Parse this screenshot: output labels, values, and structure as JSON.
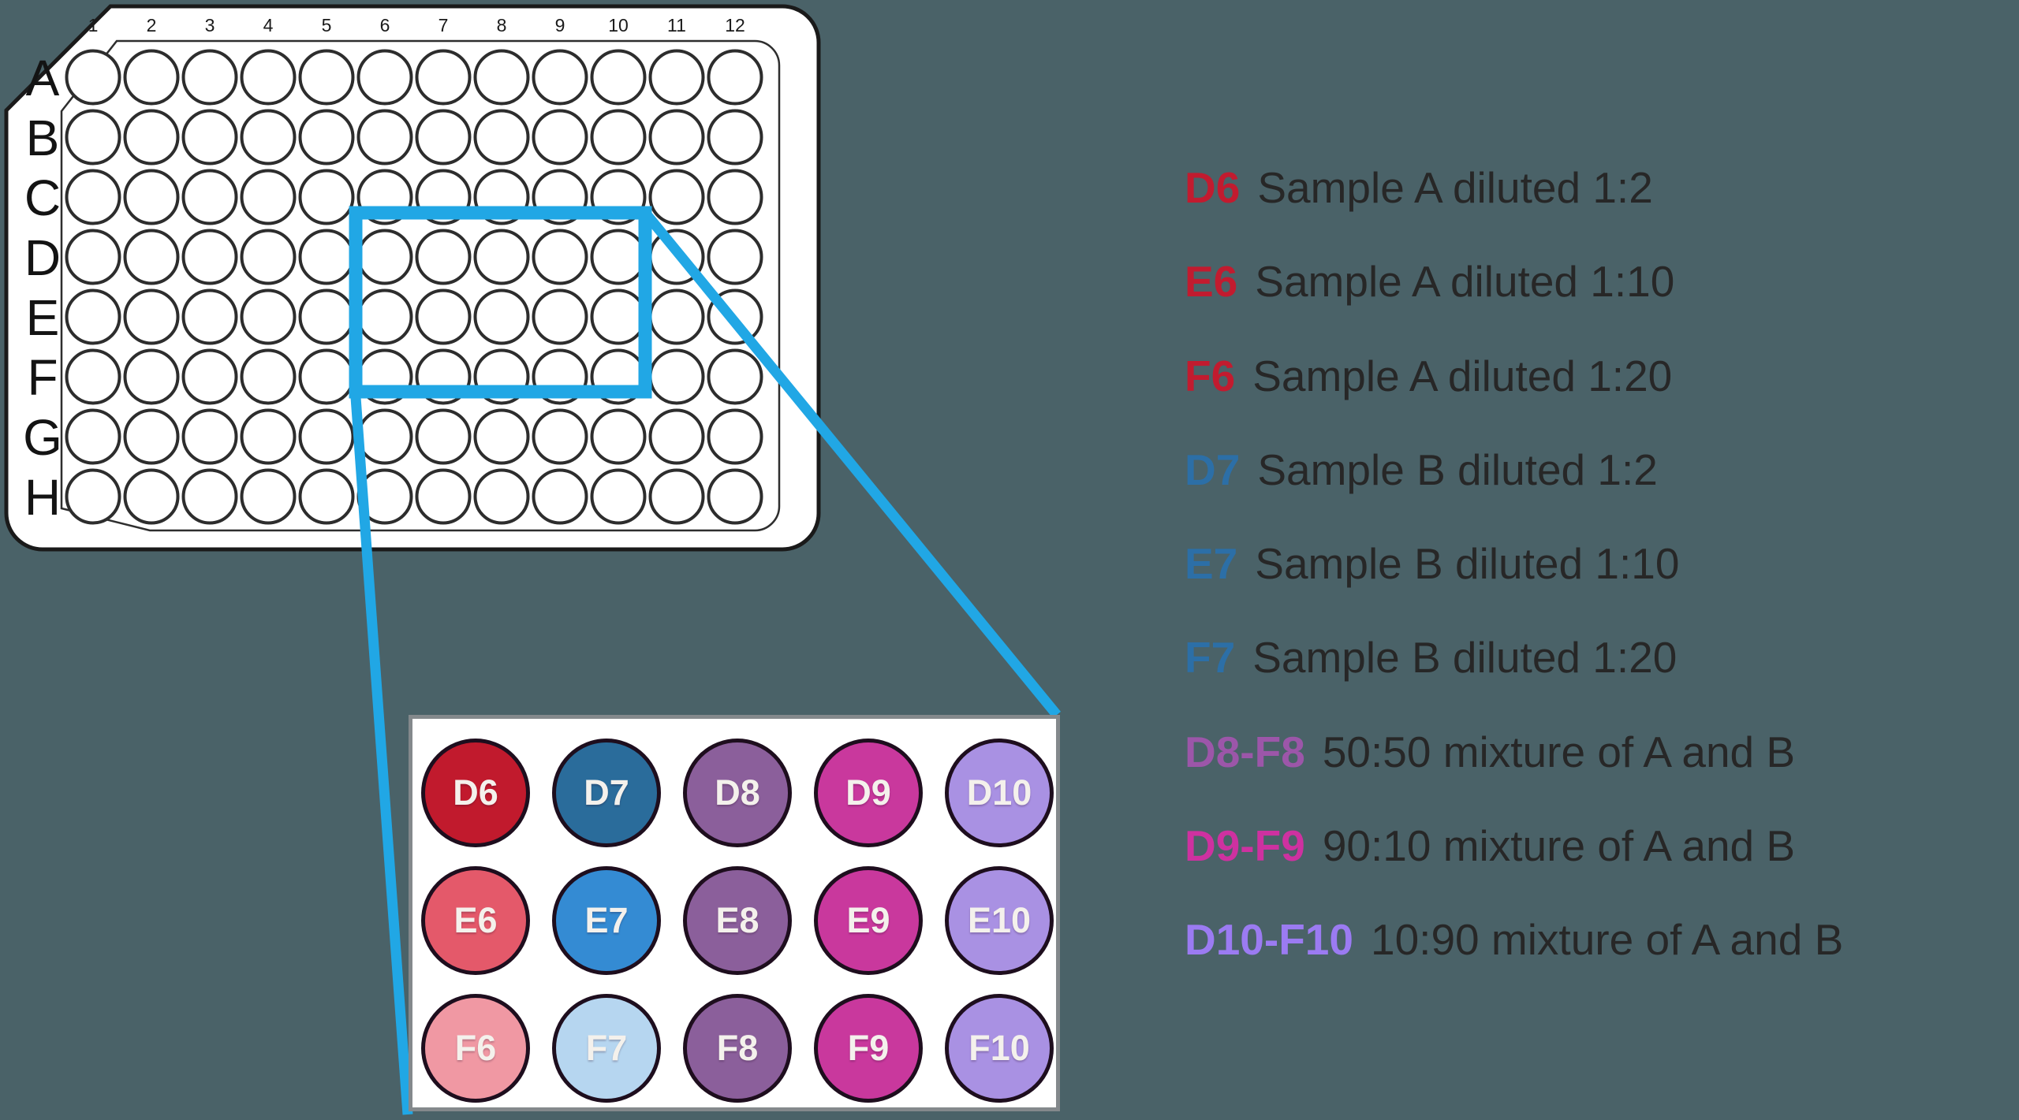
{
  "figure": {
    "background_color": "#4A6268",
    "plate": {
      "column_labels": [
        "1",
        "2",
        "3",
        "4",
        "5",
        "6",
        "7",
        "8",
        "9",
        "10",
        "11",
        "12"
      ],
      "row_labels": [
        "A",
        "B",
        "C",
        "D",
        "E",
        "F",
        "G",
        "H"
      ],
      "rows": 8,
      "cols": 12,
      "highlight": {
        "color": "#21A7E5",
        "region": "D6-F10"
      }
    },
    "zoom_panel": {
      "background_color": "#FFFFFF",
      "border_color": "#84898C",
      "well_outline_color": "#1E0E1E",
      "well_label_color": "#F4F1EC",
      "wells": [
        {
          "id": "D6",
          "color": "#C11A2D"
        },
        {
          "id": "D7",
          "color": "#2A6C9B"
        },
        {
          "id": "D8",
          "color": "#8B5F9B"
        },
        {
          "id": "D9",
          "color": "#C9389D"
        },
        {
          "id": "D10",
          "color": "#A991E3"
        },
        {
          "id": "E6",
          "color": "#E4596A"
        },
        {
          "id": "E7",
          "color": "#348BD3"
        },
        {
          "id": "E8",
          "color": "#8B5F9B"
        },
        {
          "id": "E9",
          "color": "#C9389D"
        },
        {
          "id": "E10",
          "color": "#A991E3"
        },
        {
          "id": "F6",
          "color": "#F098A3"
        },
        {
          "id": "F7",
          "color": "#B6D6F0"
        },
        {
          "id": "F8",
          "color": "#8B5F9B"
        },
        {
          "id": "F9",
          "color": "#C9389D"
        },
        {
          "id": "F10",
          "color": "#A991E3"
        }
      ]
    },
    "legend": {
      "text_color": "#272727",
      "items": [
        {
          "label": "D6",
          "label_color": "#C21B2F",
          "text": "Sample A diluted 1:2"
        },
        {
          "label": "E6",
          "label_color": "#C21B2F",
          "text": "Sample A diluted 1:10"
        },
        {
          "label": "F6",
          "label_color": "#C21B2F",
          "text": "Sample A diluted 1:20"
        },
        {
          "label": "D7",
          "label_color": "#2C6FA7",
          "text": "Sample B diluted 1:2"
        },
        {
          "label": "E7",
          "label_color": "#2C6FA7",
          "text": "Sample B diluted 1:10"
        },
        {
          "label": "F7",
          "label_color": "#2C6FA7",
          "text": "Sample B diluted 1:20"
        },
        {
          "label": "D8-F8",
          "label_color": "#9C56A9",
          "text": "50:50 mixture of A and B"
        },
        {
          "label": "D9-F9",
          "label_color": "#CE31A0",
          "text": "90:10 mixture of A and B"
        },
        {
          "label": "D10-F10",
          "label_color": "#9B7BF2",
          "text": "10:90 mixture of A and B"
        }
      ]
    }
  }
}
